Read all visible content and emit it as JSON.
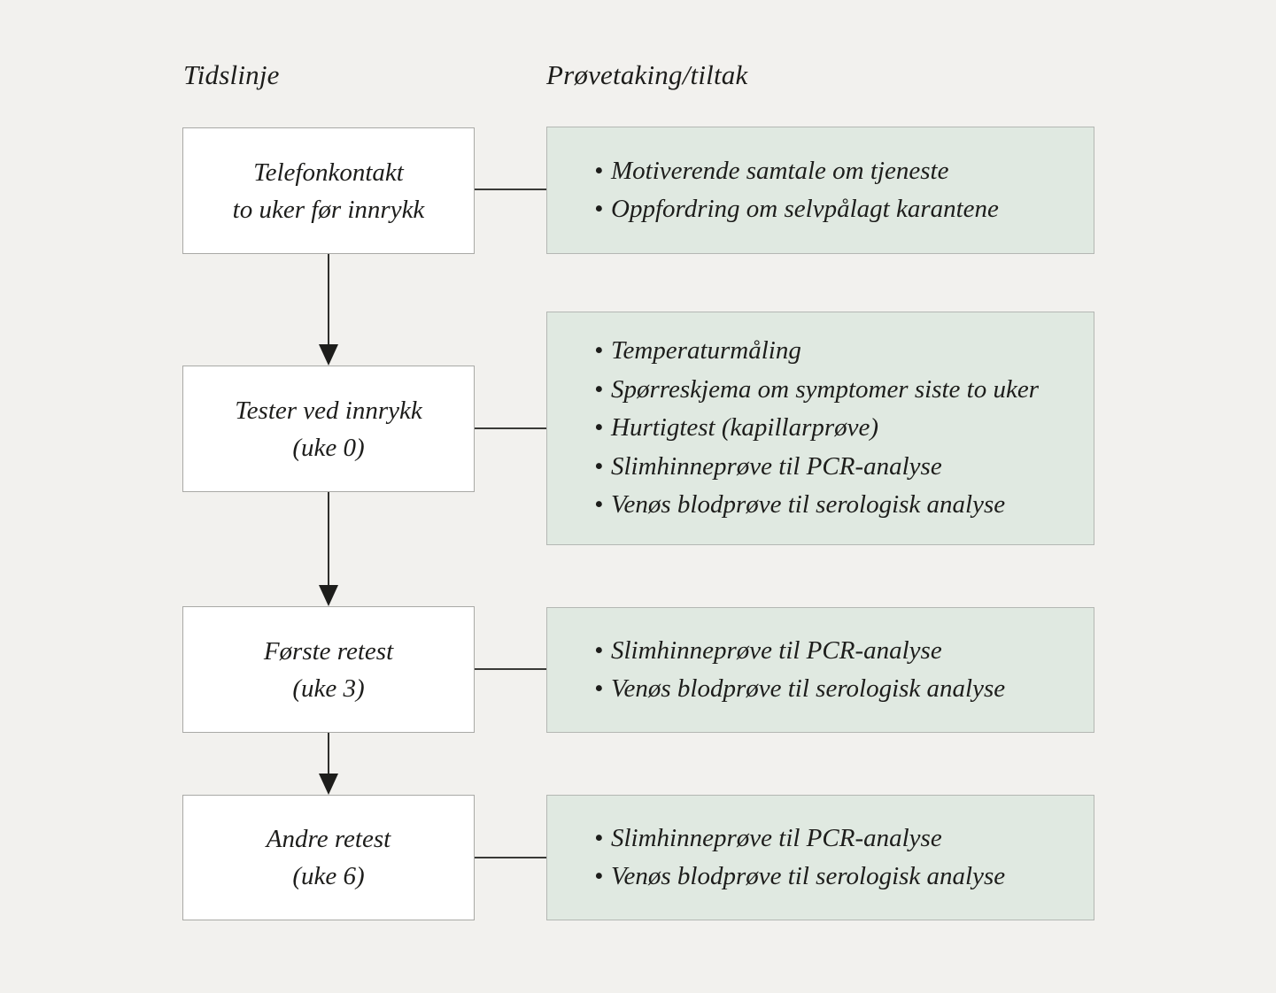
{
  "colors": {
    "background": "#f2f1ee",
    "panel_green": "#e0e9e1",
    "box_fill": "#ffffff",
    "border_gray": "#a9a9a6",
    "line_dark": "#2e2e2b",
    "text": "#1d1d1b"
  },
  "headers": {
    "left": "Tidslinje",
    "right": "Prøvetaking/tiltak"
  },
  "steps": [
    {
      "line1": "Telefonkontakt",
      "line2": "to uker før innrykk",
      "actions": [
        "Motiverende samtale om tjeneste",
        "Oppfordring om selvpålagt karantene"
      ]
    },
    {
      "line1": "Tester ved innrykk",
      "line2": "(uke 0)",
      "actions": [
        "Temperaturmåling",
        "Spørreskjema om symptomer siste to uker",
        "Hurtigtest (kapillarprøve)",
        "Slimhinneprøve til PCR-analyse",
        "Venøs blodprøve til serologisk analyse"
      ]
    },
    {
      "line1": "Første retest",
      "line2": "(uke 3)",
      "actions": [
        "Slimhinneprøve til PCR-analyse",
        "Venøs blodprøve til serologisk analyse"
      ]
    },
    {
      "line1": "Andre retest",
      "line2": "(uke 6)",
      "actions": [
        "Slimhinneprøve til PCR-analyse",
        "Venøs blodprøve til serologisk analyse"
      ]
    }
  ]
}
